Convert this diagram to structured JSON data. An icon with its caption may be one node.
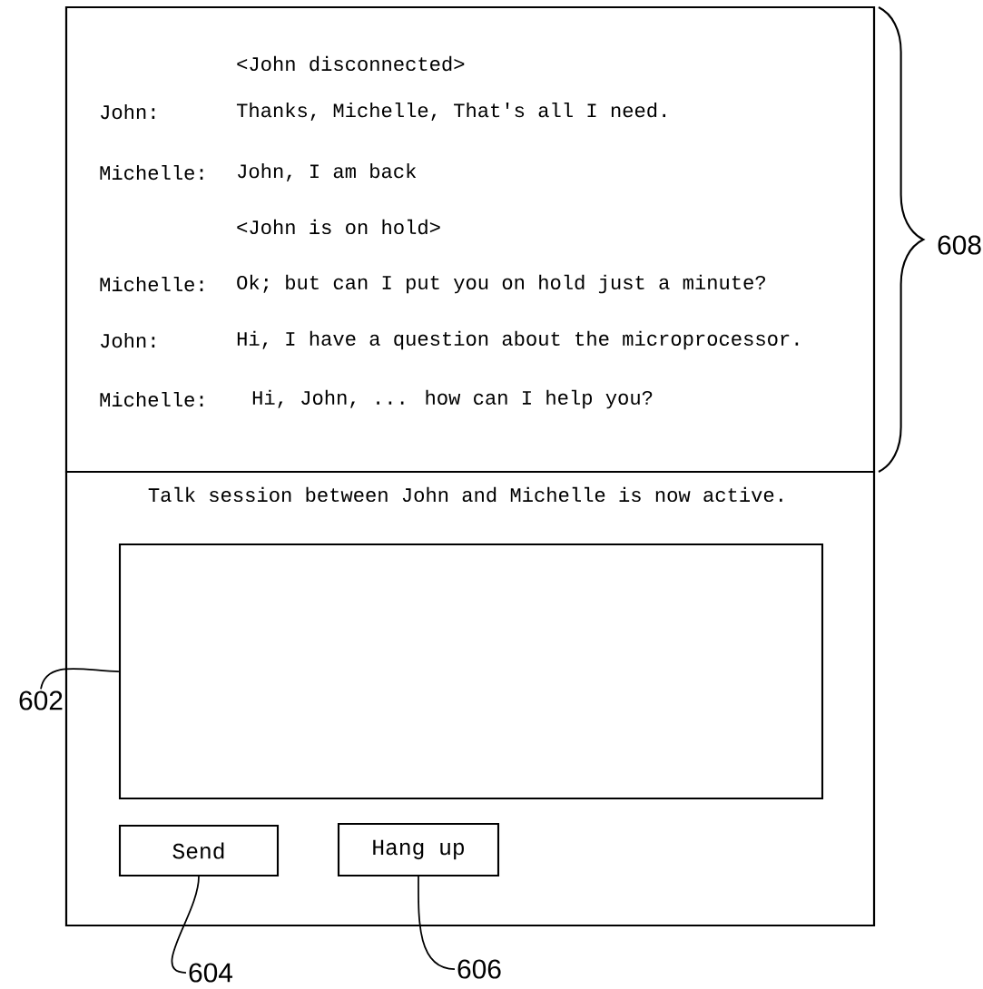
{
  "diagram": {
    "nodes": [
      {
        "text": [],
        "shape": "box"
      },
      {
        "text": [
          "<John disconnected>",
          "John:",
          "Thanks, Michelle, That's all I need.",
          "Michelle:",
          "John, I am back",
          "<John is on hold>",
          "Michelle:",
          "Ok; but can I put you on hold just a minute?",
          "John:",
          "Hi, I have a question about the microprocessor.",
          "Michelle:",
          "Hi, John, ... how can I help you?"
        ],
        "in": 0
      },
      {
        "text": [
          "Talk session between John and Michelle is now active."
        ],
        "in": 0
      },
      {
        "text": [],
        "shape": "box",
        "in": 2
      },
      {
        "text": [
          "Send"
        ],
        "in": 2
      },
      {
        "text": [
          "Hang up"
        ],
        "in": 2
      },
      {
        "text": [
          "602"
        ]
      },
      {
        "text": [
          "604"
        ]
      },
      {
        "text": [
          "606"
        ]
      }
    ],
    "edges": [
      {
        "from": 6,
        "to": 3,
        "arrow": "none"
      },
      {
        "from": 7,
        "to": 4,
        "arrow": "none"
      },
      {
        "from": 8,
        "to": 5,
        "arrow": "none"
      }
    ],
    "labels": [
      "608"
    ]
  }
}
